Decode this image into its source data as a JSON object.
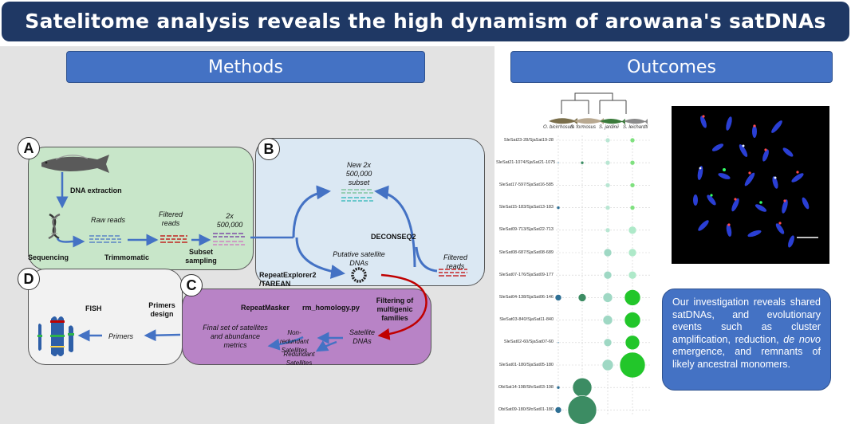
{
  "title": "Satelitome analysis reveals the high dynamism of arowana's satDNAs",
  "sections": {
    "methods": "Methods",
    "outcomes": "Outcomes"
  },
  "panels": {
    "a": {
      "letter": "A",
      "dna_extraction": "DNA extraction",
      "raw_reads": "Raw reads",
      "filtered_reads": "Filtered reads",
      "subset": "2x 500,000",
      "sequencing": "Sequencing",
      "trimmomatic": "Trimmomatic",
      "subset_sampling": "Subset sampling"
    },
    "b": {
      "letter": "B",
      "new_subset": "New 2x 500,000 subset",
      "deconseq": "DECONSEQ2",
      "putative": "Putative satellite DNAs",
      "repeatexplorer": "RepeatExplorer2 /TAREAN",
      "filtered_reads": "Filtered reads"
    },
    "c": {
      "letter": "C",
      "filtering": "Filtering of multigenic families",
      "repeatmasker": "RepeatMasker",
      "rm_homology": "rm_homology.py",
      "final_set": "Final set of satellites and abundance metrics",
      "non_redundant": "Non-redundant Satellites",
      "satellite_dnas": "Satellite DNAs",
      "redundant": "Redundant Satellites"
    },
    "d": {
      "letter": "D",
      "fish": "FISH",
      "primers_design": "Primers design",
      "primers": "Primers"
    }
  },
  "species": [
    "O. bicirrhosum",
    "S. formosus",
    "S. jardinii",
    "S. leichardti"
  ],
  "chart_data": {
    "type": "scatter",
    "title": "",
    "xlabel": "",
    "ylabel": "",
    "categories": [
      "O. bicirrhosum",
      "S. formosus",
      "S. jardinii",
      "S. leichardti"
    ],
    "rows": [
      "SleSat23-28/SjaSat19-28",
      "SleSat21-1074/SjaSat21-1075",
      "SleSat17-597/SjaSat16-585",
      "SleSat15-183/SjaSat13-183",
      "SleSat09-713/SjaSat22-713",
      "SleSat08-687/SjaSat08-689",
      "SleSat07-176/SjaSat09-177",
      "SleSat04-138/SjaSat06-146",
      "SleSat03-840/SjaSat11-840",
      "SleSat02-60/SjaSat07-60",
      "SleSat01-180/SjaSat05-180",
      "ObiSat14-198/SfoSat03-198",
      "ObiSat09-180/SfoSat01-180"
    ],
    "series": [
      {
        "values": [
          0,
          1,
          0,
          2,
          0,
          0,
          0,
          4,
          0,
          1,
          0,
          2,
          4
        ]
      },
      {
        "values": [
          0,
          2,
          0,
          0,
          0,
          0,
          0,
          5,
          0,
          0,
          0,
          12,
          18
        ]
      },
      {
        "values": [
          3,
          3,
          3,
          3,
          3,
          5,
          5,
          6,
          6,
          5,
          7,
          0,
          0
        ]
      },
      {
        "values": [
          3,
          3,
          3,
          3,
          5,
          5,
          5,
          10,
          10,
          9,
          16,
          0,
          0
        ]
      }
    ]
  },
  "conclusion": {
    "before": "Our investigation reveals shared satDNAs, and evolutionary events such as cluster amplification, reduction, ",
    "italic": "de novo",
    "after": " emergence, and remnants of likely ancestral monomers."
  },
  "colors": {
    "title_bg": "#1f3864",
    "pill_bg": "#4472c4",
    "panel_a": "#c8e6c9",
    "panel_b": "#dbe8f3",
    "panel_c": "#b883c6",
    "panel_d": "#f2f2f2",
    "arrow": "#4472c4",
    "red_arrow": "#c00000",
    "bubble_dark": "#2e6f94",
    "bubble_mid": "#3c8c63",
    "bubble_light": "#9fd8c4",
    "bubble_green": "#22c62a"
  },
  "icons": [
    "fish-icon",
    "dna-icon",
    "satellite-dna-icon",
    "chromosome-icon"
  ]
}
